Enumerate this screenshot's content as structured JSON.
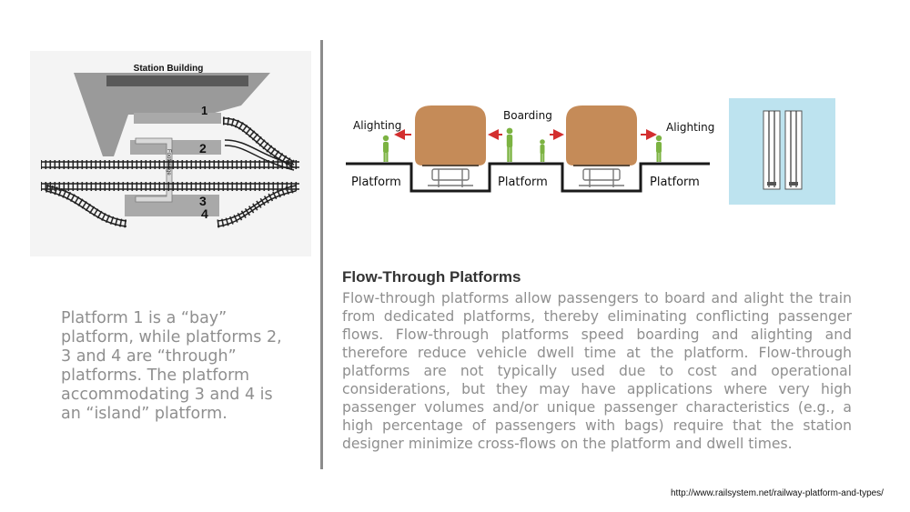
{
  "left_diagram": {
    "station_building_label": "Station Building",
    "footbridge_label": "Footbridge",
    "platform_numbers": [
      "1",
      "2",
      "3",
      "4"
    ]
  },
  "left_caption": "Platform 1 is a “bay” platform, while platforms 2, 3 and 4 are “through” platforms. The platform accommodating 3 and 4 is an “island” platform.",
  "flow_diagram": {
    "labels": {
      "alighting_left": "Alighting",
      "boarding": "Boarding",
      "alighting_right": "Alighting",
      "platform_left": "Platform",
      "platform_middle": "Platform",
      "platform_right": "Platform"
    },
    "colors": {
      "train": "#c58b58",
      "person": "#7cb342",
      "arrow": "#d32f2f",
      "plan_bg": "#bde3ef"
    }
  },
  "section": {
    "title": "Flow-Through Platforms",
    "body": "Flow-through platforms allow passengers to board and alight the train from dedicated platforms, thereby eliminating conflicting passenger flows. Flow-through platforms speed boarding and alighting and therefore reduce vehicle dwell time at the platform. Flow-through platforms are not typically used due to cost and operational considerations, but they may have applications where very high passenger volumes and/or unique passenger characteristics (e.g., a high percentage of passengers with bags) require that the station designer minimize cross-flows on the platform and dwell times."
  },
  "source_url": "http://www.railsystem.net/railway-platform-and-types/"
}
